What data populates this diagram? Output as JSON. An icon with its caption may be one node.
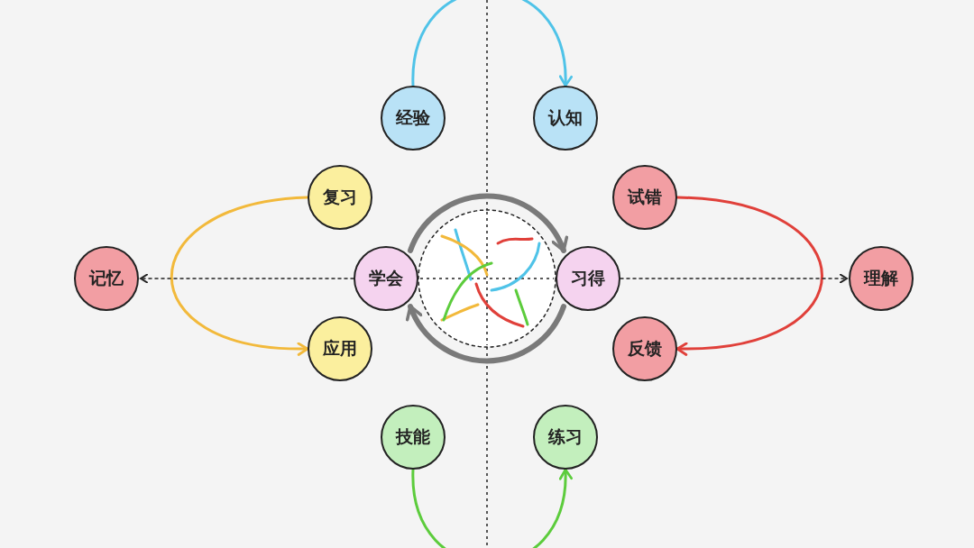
{
  "diagram": {
    "nodes": [
      {
        "text": [
          "记忆"
        ]
      },
      {
        "text": [
          "经验"
        ]
      },
      {
        "text": [
          "认知"
        ]
      },
      {
        "text": [
          "复习"
        ]
      },
      {
        "text": [
          "试错"
        ]
      },
      {
        "text": [
          "学会"
        ]
      },
      {
        "text": [
          "习得"
        ]
      },
      {
        "text": [
          "理解"
        ]
      },
      {
        "text": [
          "应用"
        ]
      },
      {
        "text": [
          "反馈"
        ]
      },
      {
        "text": [
          "技能"
        ]
      },
      {
        "text": [
          "练习"
        ]
      }
    ],
    "edges": [
      {
        "from": 1,
        "to": 2,
        "arrow": "to",
        "color": "#4fc3e8"
      },
      {
        "from": 3,
        "to": 8,
        "arrow": "to",
        "color": "#f2b93b"
      },
      {
        "from": 4,
        "to": 9,
        "arrow": "to",
        "color": "#e0403a"
      },
      {
        "from": 10,
        "to": 11,
        "arrow": "to",
        "color": "#5ccc3c"
      },
      {
        "from": 5,
        "to": 6,
        "arrow": "to",
        "style": "thick",
        "color": "#7a7a7a"
      },
      {
        "from": 6,
        "to": 5,
        "arrow": "to",
        "style": "thick",
        "color": "#7a7a7a"
      },
      {
        "from": 5,
        "to": 0,
        "arrow": "to",
        "style": "dashed"
      },
      {
        "from": 6,
        "to": 7,
        "arrow": "to",
        "style": "dashed"
      }
    ]
  }
}
